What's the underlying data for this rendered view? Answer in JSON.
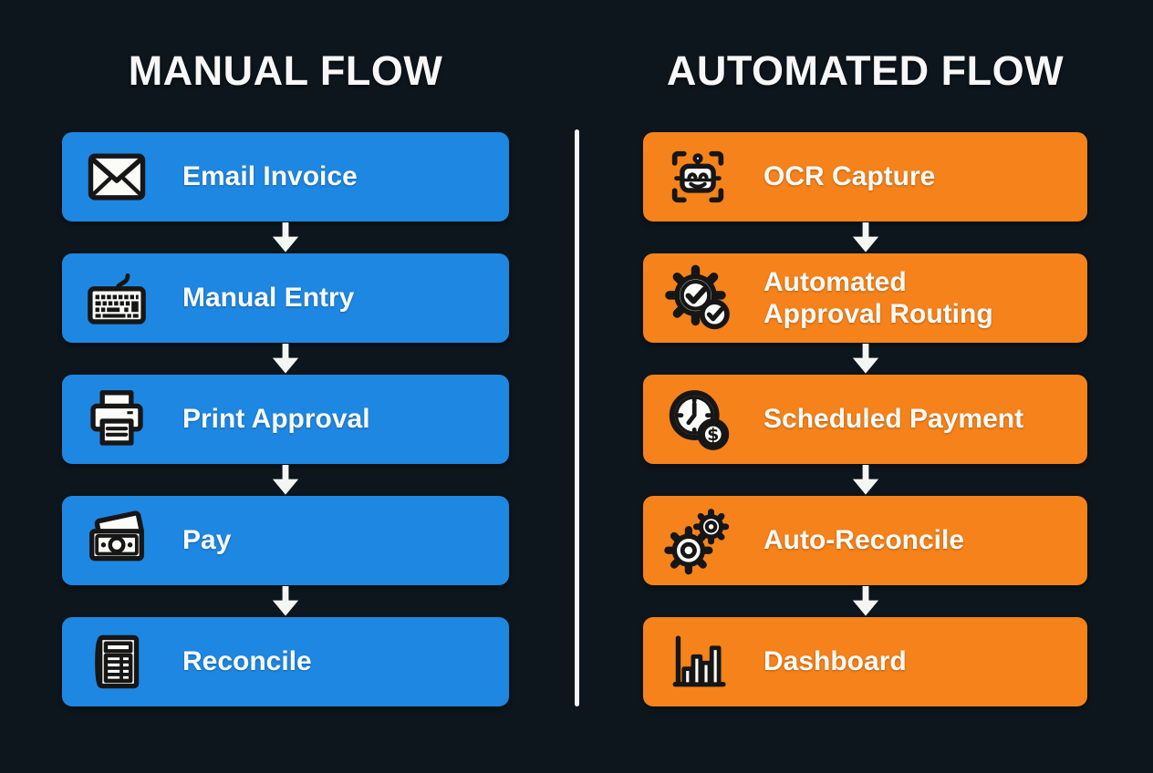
{
  "background": "#0c161c",
  "box_text_color": "#f8faf7",
  "divider_color": "#f4f6f4",
  "arrow_color": "#f4f6f4",
  "manual": {
    "title": "MANUAL FLOW",
    "color": "#1e87e2",
    "nodes": [
      {
        "label": "Email Invoice",
        "icon": "envelope-icon"
      },
      {
        "label": "Manual Entry",
        "icon": "keyboard-icon"
      },
      {
        "label": "Print Approval",
        "icon": "printer-icon"
      },
      {
        "label": "Pay",
        "icon": "banknote-icon"
      },
      {
        "label": "Reconcile",
        "icon": "ledger-icon"
      }
    ]
  },
  "automated": {
    "title": "AUTOMATED FLOW",
    "color": "#f5821a",
    "nodes": [
      {
        "label": "OCR Capture",
        "icon": "robot-ocr-icon"
      },
      {
        "label": "Automated\nApproval Routing",
        "icon": "gear-check-icon"
      },
      {
        "label": "Scheduled Payment",
        "icon": "clock-dollar-icon"
      },
      {
        "label": "Auto-Reconcile",
        "icon": "gears-icon"
      },
      {
        "label": "Dashboard",
        "icon": "bar-chart-icon"
      }
    ]
  }
}
